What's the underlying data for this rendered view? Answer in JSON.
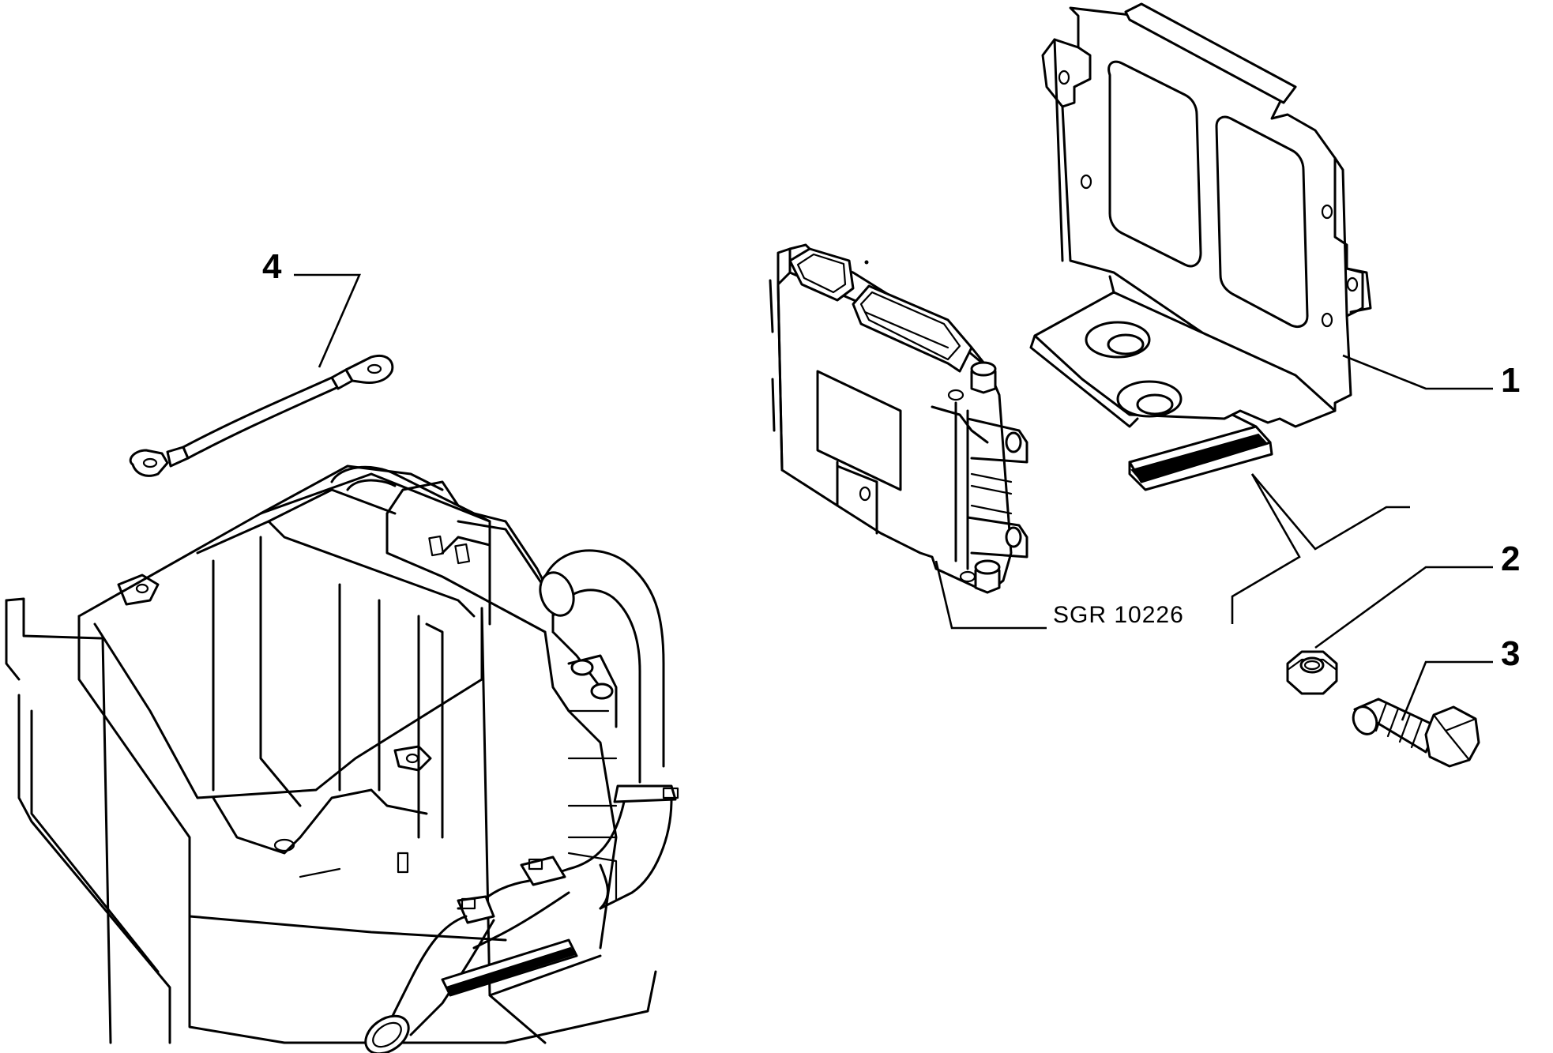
{
  "callouts": {
    "part_1": "1",
    "part_2": "2",
    "part_3": "3",
    "part_4": "4"
  },
  "reference_code": "SGR 10226",
  "colors": {
    "line": "#000000",
    "background": "#ffffff"
  }
}
